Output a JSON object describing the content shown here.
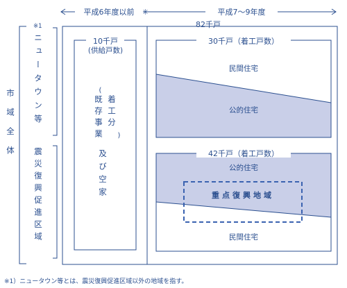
{
  "periods": {
    "left": "平成6年度以前",
    "right": "平成7〜9年度"
  },
  "total": "82千戸",
  "side": {
    "city": "市域全体",
    "newtown_mark": "※1",
    "newtown": "ニュータウン等",
    "disaster": "震災復興促進区域"
  },
  "left_box": {
    "title": "10千戸",
    "subtitle": "(供給戸数)",
    "paren_open": "(",
    "paren_close": ")",
    "col_left": "既存事業",
    "col_right": "着工分",
    "line2": "及び空家"
  },
  "upper_box": {
    "title": "30千戸（着工戸数）",
    "private": "民間住宅",
    "public": "公的住宅"
  },
  "lower_box": {
    "title": "42千戸（着工戸数）",
    "public": "公的住宅",
    "focus": "重点復興地域",
    "private": "民間住宅"
  },
  "footnote": "※1）ニュータウン等とは、震災復興促進区域以外の地域を指す。",
  "colors": {
    "line": "#2b4f8f",
    "public_fill": "#c9cfe8",
    "focus_border": "#3a62b0"
  }
}
